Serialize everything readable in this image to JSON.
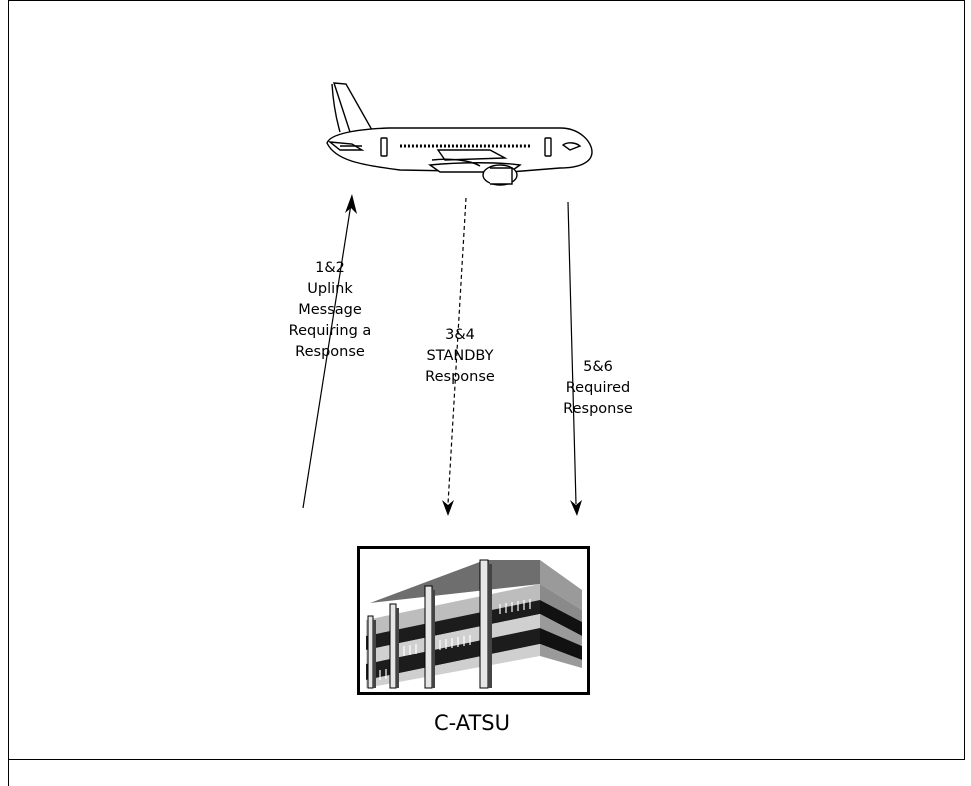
{
  "flows": [
    {
      "step": "1&2",
      "text": "1&2\nUplink\nMessage\nRequiring  a\nResponse"
    },
    {
      "step": "3&4",
      "text": "3&4\nSTANDBY\nResponse"
    },
    {
      "step": "5&6",
      "text": "5&6\nRequired\nResponse"
    }
  ],
  "ground_station": {
    "label": "C-ATSU"
  }
}
